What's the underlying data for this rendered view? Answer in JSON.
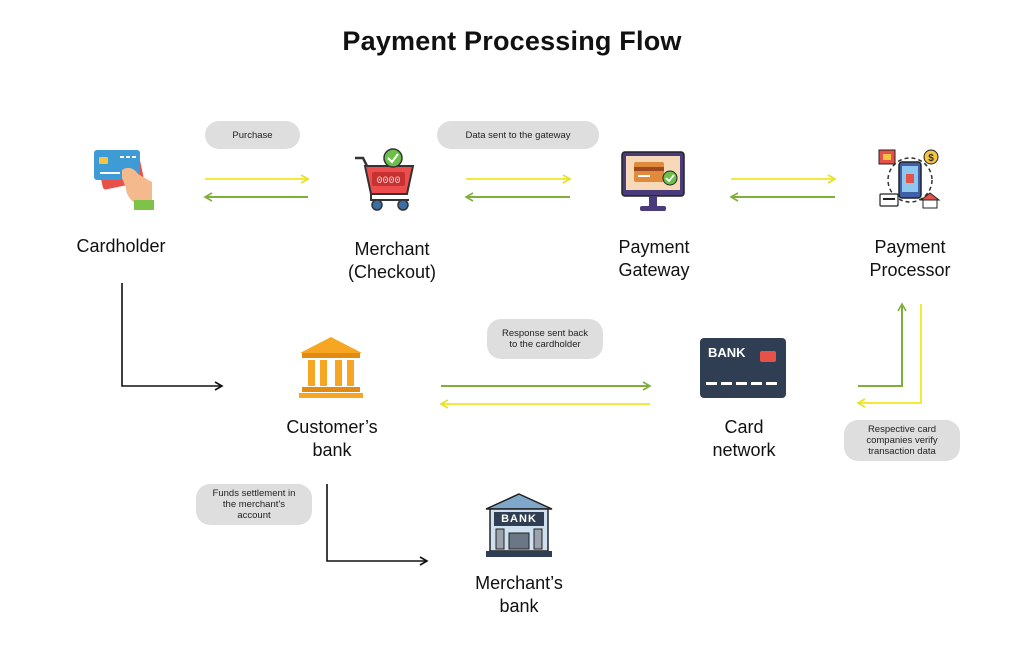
{
  "title": "Payment Processing Flow",
  "nodes": {
    "cardholder": "Cardholder",
    "merchant": "Merchant\n(Checkout)",
    "gateway": "Payment\nGateway",
    "processor": "Payment\nProcessor",
    "customer_bank": "Customer’s\nbank",
    "card_network": "Card\nnetwork",
    "merchant_bank": "Merchant’s\nbank"
  },
  "steps": {
    "purchase": "Purchase",
    "data_sent": "Data sent to the gateway",
    "response": "Response sent back\nto the cardholder",
    "verify": "Respective card\ncompanies verify\ntransaction data",
    "settlement": "Funds settlement in\nthe merchant’s\naccount"
  },
  "icons": {
    "card_bank_text": "BANK",
    "bank_sign_text": "BANK"
  },
  "colors": {
    "arrow_yellow": "#f2ea3a",
    "arrow_green": "#7fae3b",
    "arrow_black": "#111111",
    "pill_bg": "#dedede",
    "bank_orange": "#f6a623"
  }
}
